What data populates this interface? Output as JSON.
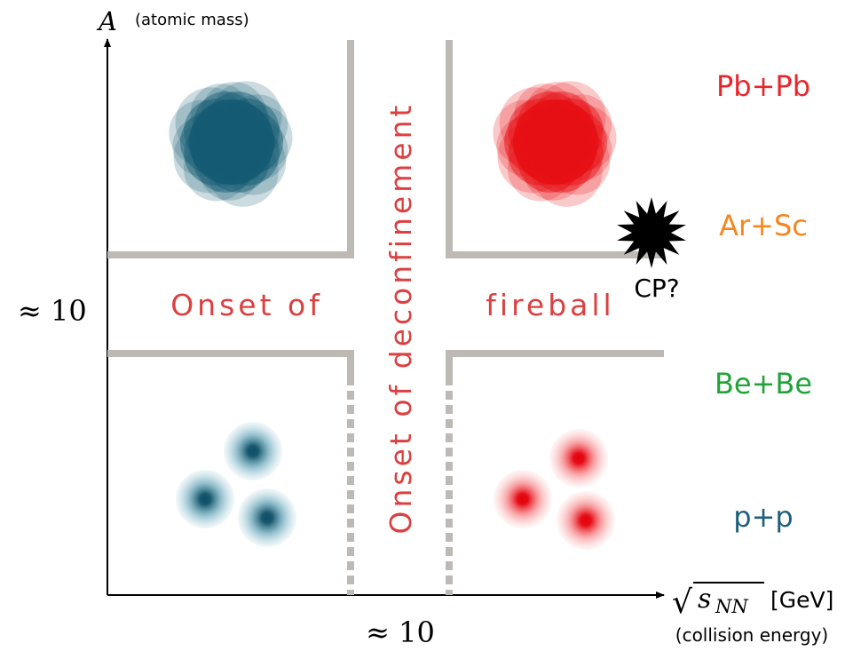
{
  "axes": {
    "y_symbol": "A",
    "y_note": "(atomic mass)",
    "y_approx": "≈ 10",
    "x_root_symbol": "√",
    "x_symbol": "s",
    "x_subscript": "NN",
    "x_unit": "[GeV]",
    "x_note": "(collision energy)",
    "x_approx": "≈ 10"
  },
  "labels": {
    "onset_of": "Onset of",
    "fireball": "fireball",
    "vertical": "Onset of deconfinement",
    "critical_point": "CP?"
  },
  "systems": [
    {
      "label": "Pb+Pb",
      "color": "#e8252b"
    },
    {
      "label": "Ar+Sc",
      "color": "#f4871f"
    },
    {
      "label": "Be+Be",
      "color": "#21a33a"
    },
    {
      "label": "p+p",
      "color": "#1d5f7c"
    }
  ],
  "colors": {
    "teal": "#145a72",
    "red": "#e60f14",
    "divider": "#bdbab5",
    "onset_text": "#dc4040",
    "axis": "#000000"
  }
}
